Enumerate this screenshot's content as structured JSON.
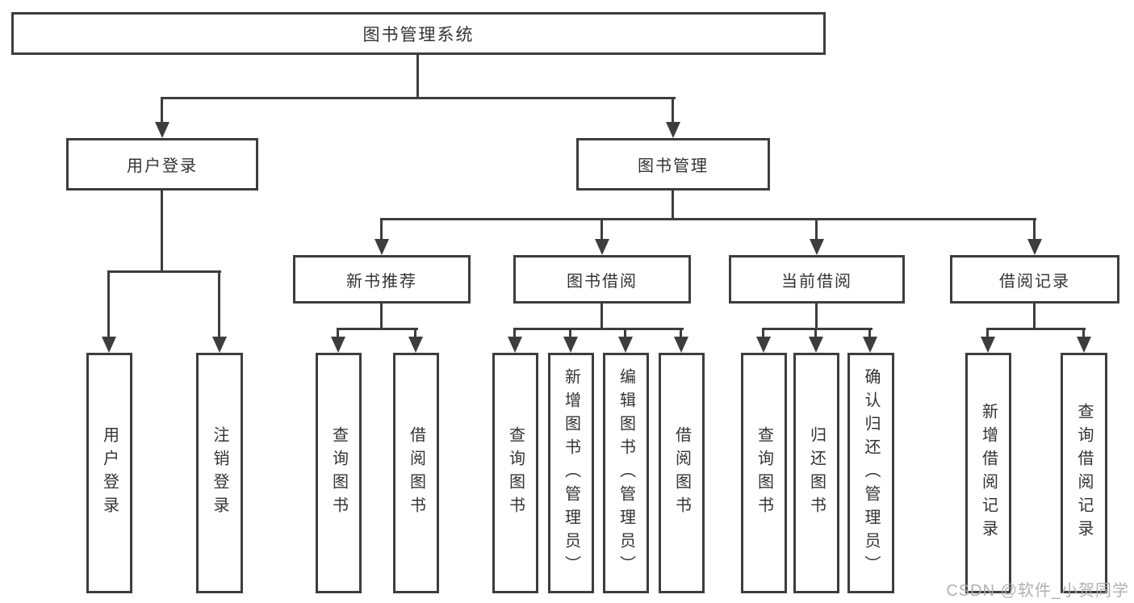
{
  "diagram": {
    "type": "hierarchy-tree",
    "title": "图书管理系统",
    "watermark": "CSDN @软件_小贺同学",
    "colors": {
      "line": "#3d3d3d",
      "border": "#3d3d3d",
      "text": "#333333",
      "background": "#ffffff",
      "watermark": "#adadad"
    },
    "root": {
      "label": "图书管理系统"
    },
    "branches": [
      {
        "label": "用户登录",
        "children": [
          {
            "label": "用户登录"
          },
          {
            "label": "注销登录"
          }
        ]
      },
      {
        "label": "图书管理",
        "children": [
          {
            "label": "新书推荐",
            "children": [
              {
                "label": "查询图书"
              },
              {
                "label": "借阅图书"
              }
            ]
          },
          {
            "label": "图书借阅",
            "children": [
              {
                "label": "查询图书"
              },
              {
                "label": "新增图书（管理员）"
              },
              {
                "label": "编辑图书（管理员）"
              },
              {
                "label": "借阅图书"
              }
            ]
          },
          {
            "label": "当前借阅",
            "children": [
              {
                "label": "查询图书"
              },
              {
                "label": "归还图书"
              },
              {
                "label": "确认归还（管理员）"
              }
            ]
          },
          {
            "label": "借阅记录",
            "children": [
              {
                "label": "新增借阅记录"
              },
              {
                "label": "查询借阅记录"
              }
            ]
          }
        ]
      }
    ]
  }
}
